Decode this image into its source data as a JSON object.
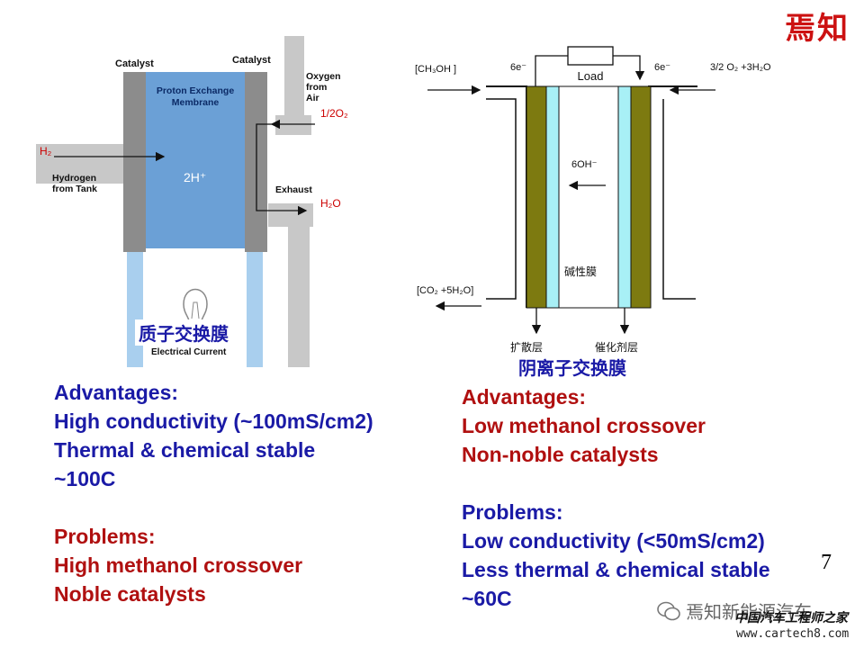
{
  "logo": "焉知",
  "page_number": "7",
  "watermark": {
    "wechat": "焉知新能源汽车",
    "site_name": "中国汽车工程师之家",
    "url": "www.cartech8.com"
  },
  "left_diagram": {
    "catalyst_left": "Catalyst",
    "catalyst_right": "Catalyst",
    "membrane_line1": "Proton Exchange",
    "membrane_line2": "Membrane",
    "oxygen_line1": "Oxygen",
    "oxygen_line2": "from",
    "oxygen_line3": "Air",
    "o2": "1/2O₂",
    "h2": "H₂",
    "hydrogen_line1": "Hydrogen",
    "hydrogen_line2": "from Tank",
    "proton": "2H⁺",
    "exhaust": "Exhaust",
    "h2o": "H₂O",
    "electrical_current": "Electrical Current",
    "caption": "质子交换膜"
  },
  "right_diagram": {
    "fuel": "[CH₃OH ]",
    "e_left": "6e⁻",
    "load": "Load",
    "e_right": "6e⁻",
    "oxidant": "3/2 O₂ +3H₂O",
    "ion": "6OH⁻",
    "membrane": "碱性膜",
    "exhaust": "[CO₂ +5H₂O]",
    "diffusion_layer": "扩散层",
    "catalyst_layer": "催化剂层",
    "caption": "阴离子交换膜"
  },
  "left_text": {
    "advantages_title": "Advantages:",
    "advantages": [
      "High conductivity (~100mS/cm2)",
      "Thermal & chemical stable",
      "~100C"
    ],
    "problems_title": "Problems:",
    "problems": [
      "High methanol crossover",
      "Noble catalysts"
    ]
  },
  "right_text": {
    "advantages_title": "Advantages:",
    "advantages": [
      "Low methanol crossover",
      "Non-noble catalysts"
    ],
    "problems_title": "Problems:",
    "problems": [
      "Low conductivity (<50mS/cm2)",
      "Less thermal & chemical stable",
      "~60C"
    ]
  }
}
